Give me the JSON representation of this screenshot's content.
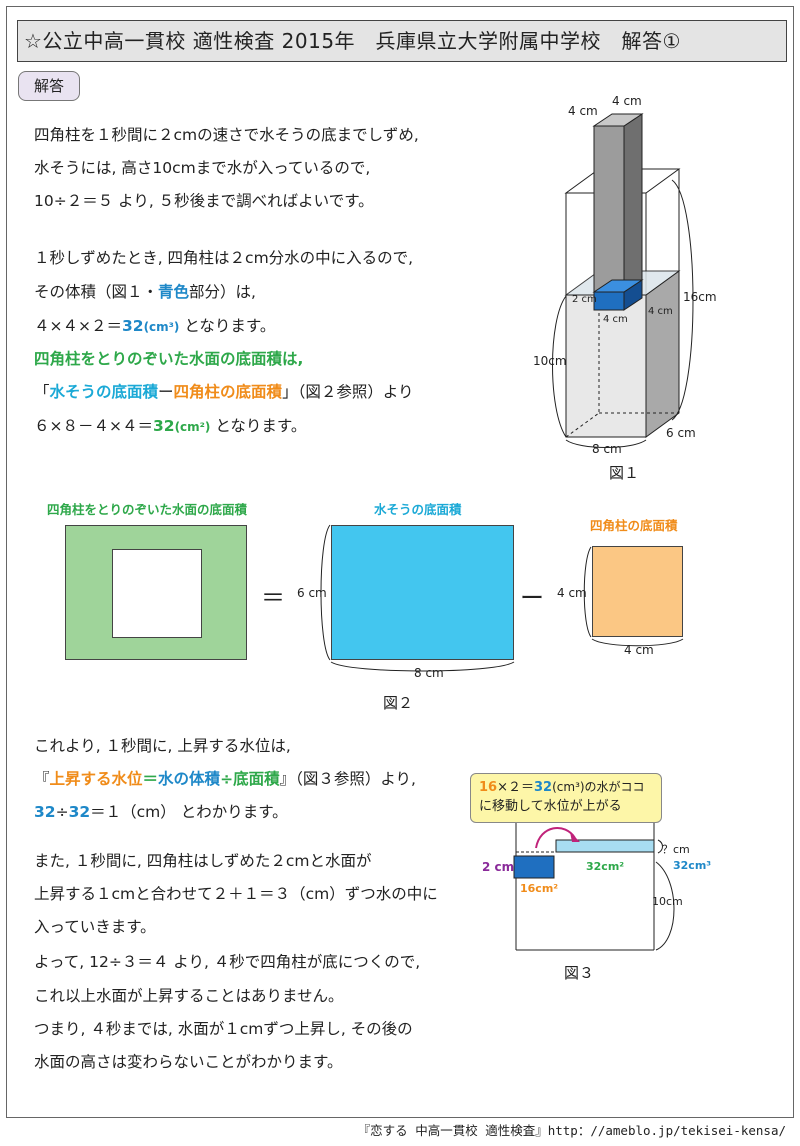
{
  "header": {
    "title": "☆公立中高一貫校 適性検査 2015年　兵庫県立大学附属中学校　解答①"
  },
  "badge": "解答",
  "para1": [
    "四角柱を１秒間に２cmの速さで水そうの底までしずめ,",
    "水そうには, 高さ10cmまで水が入っているので,",
    "10÷２＝５ より, ５秒後まで調べればよいです。"
  ],
  "para2": {
    "l1": "１秒しずめたとき, 四角柱は２cm分水の中に入るので,",
    "l2a": "その体積（図１・",
    "l2b": "青色",
    "l2c": "部分）は,",
    "l3a": "４×４×２＝",
    "l3b": "32",
    "l3c": "(cm³)",
    "l3d": " となります。",
    "l4": "四角柱をとりのぞいた水面の底面積は,",
    "l5a": "「",
    "l5b": "水そうの底面積",
    "l5c": "ー",
    "l5d": "四角柱の底面積",
    "l5e": "」（図２参照）より",
    "l6a": "６×８－４×４＝",
    "l6b": "32",
    "l6c": "(cm²)",
    "l6d": " となります。"
  },
  "fig1": {
    "caption": "図１",
    "labels": {
      "top_a": "4 cm",
      "top_b": "4 cm",
      "right": "16cm",
      "left": "10cm",
      "small_left": "2 cm",
      "small_bottom": "4 cm",
      "small_right": "4 cm",
      "bottom": "8 cm",
      "depth": "6 cm"
    }
  },
  "fig2": {
    "caption": "図２",
    "title_left": "四角柱をとりのぞいた水面の底面積",
    "title_mid": "水そうの底面積",
    "title_right": "四角柱の底面積",
    "equals": "＝",
    "minus": "ー",
    "mid_h": "6 cm",
    "mid_w": "8 cm",
    "right_h": "4 cm",
    "right_w": "4 cm",
    "colors": {
      "green": "#9fd49a",
      "blue": "#43c6ef",
      "orange": "#fbc784"
    }
  },
  "para3": {
    "l1": "これより, １秒間に, 上昇する水位は,",
    "l2a": "『",
    "l2b": "上昇する水位",
    "l2c": "＝",
    "l2d": "水の体積",
    "l2e": "÷",
    "l2f": "底面積",
    "l2g": "』（図３参照）より,",
    "l3a": "32",
    "l3b": "÷",
    "l3c": "32",
    "l3d": "＝１（cm） とわかります。"
  },
  "para4": [
    "また, １秒間に, 四角柱はしずめた２cmと水面が",
    "上昇する１cmと合わせて２＋１＝３（cm）ずつ水の中に",
    "入っていきます。",
    "よって, 12÷３＝４ より, ４秒で四角柱が底につくので,",
    "これ以上水面が上昇することはありません。",
    "つまり, ４秒までは, 水面が１cmずつ上昇し, その後の",
    "水面の高さは変わらないことがわかります。"
  ],
  "fig3": {
    "caption": "図３",
    "callout_a": "16",
    "callout_b": "×２＝",
    "callout_c": "32",
    "callout_d": "(cm³)の水がココ",
    "callout_2": "に移動して水位が上がる",
    "l_2cm": "2 cm",
    "l_16": "16cm²",
    "l_32a": "32cm²",
    "l_q": "？cm",
    "l_32b": "32cm³",
    "l_10": "10cm"
  },
  "footer": "『恋する 中高一貫校 適性検査』http：//ameblo.jp/tekisei-kensa/"
}
